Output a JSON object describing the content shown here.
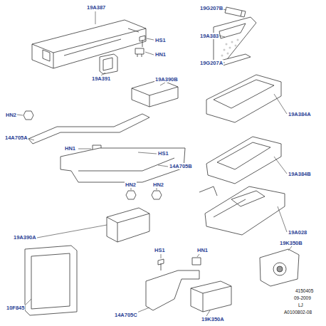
{
  "diagram": {
    "labels": [
      "19A387",
      "HS1",
      "HN1",
      "19G207B",
      "19A383",
      "19G207A",
      "19A391",
      "19A390B",
      "HN2",
      "14A705A",
      "19A384A",
      "HN1",
      "HS1",
      "14A705B",
      "19A384B",
      "HN2",
      "HN2",
      "19A390A",
      "19A028",
      "HS1",
      "HN1",
      "19K350B",
      "10F845",
      "14A705C",
      "19K350A",
      "4150405",
      "09-2009",
      "LJ",
      "A0100802-08"
    ]
  }
}
